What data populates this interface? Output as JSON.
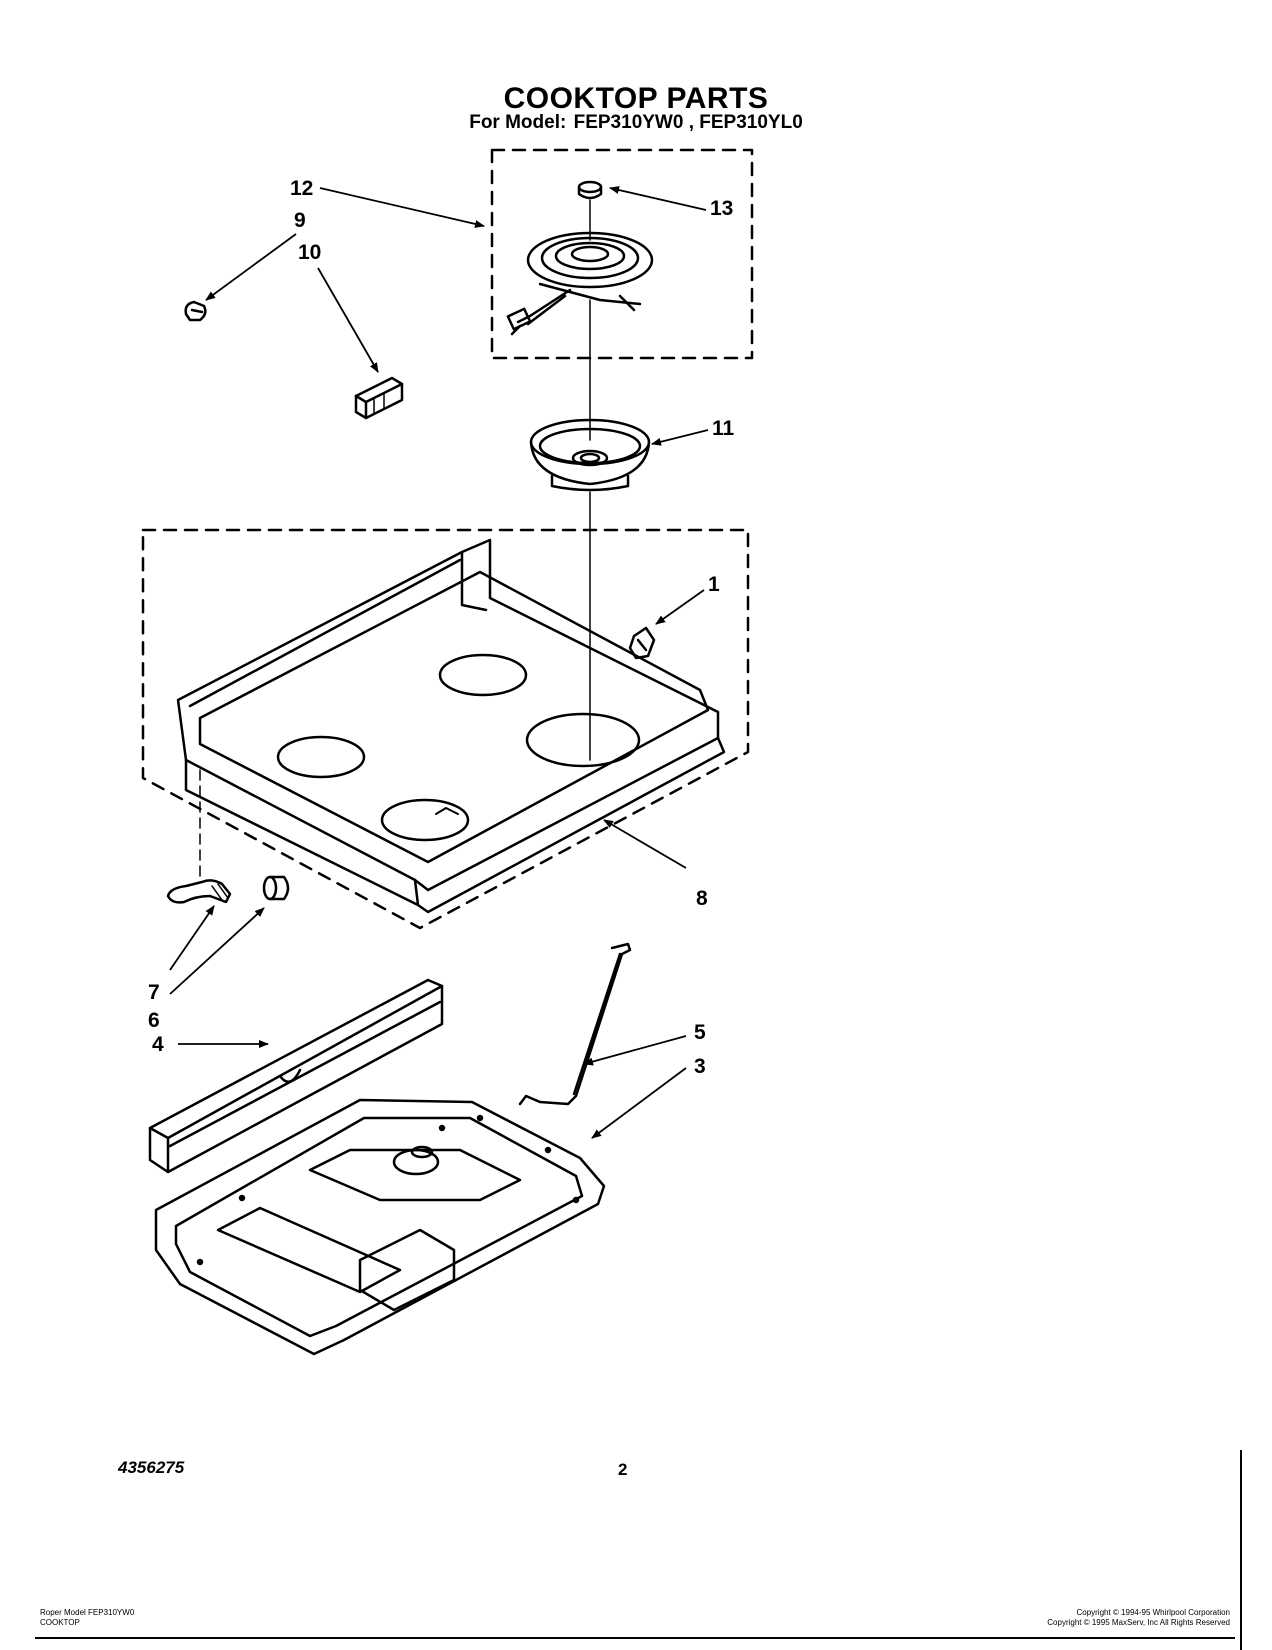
{
  "header": {
    "title": "COOKTOP PARTS",
    "model_prefix": "For Model:",
    "models": "FEP310YW0 , FEP310YL0"
  },
  "callouts": {
    "c1": "1",
    "c3": "3",
    "c4": "4",
    "c5": "5",
    "c6": "6",
    "c7": "7",
    "c8": "8",
    "c9": "9",
    "c10": "10",
    "c11": "11",
    "c12": "12",
    "c13": "13"
  },
  "footer": {
    "doc_number": "4356275",
    "page_number": "2",
    "left_line1": "Roper Model FEP310YW0",
    "left_line2": "COOKTOP",
    "right_line1": "Copyright © 1994-95 Whirlpool Corporation",
    "right_line2": "Copyright © 1995 MaxServ, Inc   All Rights Reserved"
  }
}
